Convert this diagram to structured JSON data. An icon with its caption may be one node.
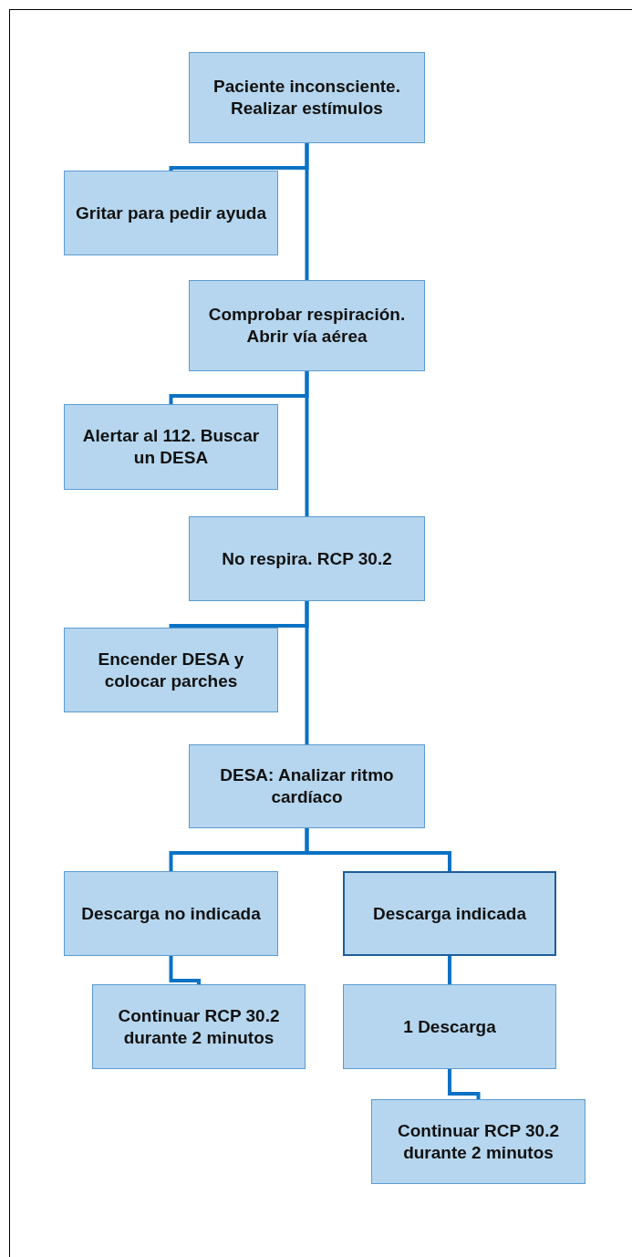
{
  "diagram": {
    "nodes": [
      {
        "text": [
          "Paciente inconsciente. Realizar estímulos"
        ]
      },
      {
        "text": [
          "Gritar para pedir ayuda"
        ]
      },
      {
        "text": [
          "Comprobar respiración. Abrir vía aérea"
        ]
      },
      {
        "text": [
          "Alertar al 112. Buscar un DESA"
        ]
      },
      {
        "text": [
          "No respira. RCP 30.2"
        ]
      },
      {
        "text": [
          "Encender DESA y colocar parches"
        ]
      },
      {
        "text": [
          "DESA: Analizar ritmo cardíaco"
        ]
      },
      {
        "text": [
          "Descarga no indicada"
        ]
      },
      {
        "text": [
          "Descarga indicada"
        ]
      },
      {
        "text": [
          "Continuar RCP 30.2 durante 2 minutos"
        ]
      },
      {
        "text": [
          "1 Descarga"
        ]
      },
      {
        "text": [
          "Continuar RCP 30.2 durante 2 minutos"
        ]
      }
    ],
    "edges": [
      {
        "from": 0,
        "to": 1,
        "arrow": "none"
      },
      {
        "from": 0,
        "to": 2,
        "arrow": "none"
      },
      {
        "from": 2,
        "to": 3,
        "arrow": "none"
      },
      {
        "from": 2,
        "to": 4,
        "arrow": "none"
      },
      {
        "from": 4,
        "to": 5,
        "arrow": "none"
      },
      {
        "from": 4,
        "to": 6,
        "arrow": "none"
      },
      {
        "from": 6,
        "to": 7,
        "arrow": "none"
      },
      {
        "from": 6,
        "to": 8,
        "arrow": "none"
      },
      {
        "from": 7,
        "to": 9,
        "arrow": "none"
      },
      {
        "from": 8,
        "to": 10,
        "arrow": "none"
      },
      {
        "from": 10,
        "to": 11,
        "arrow": "none"
      }
    ]
  }
}
